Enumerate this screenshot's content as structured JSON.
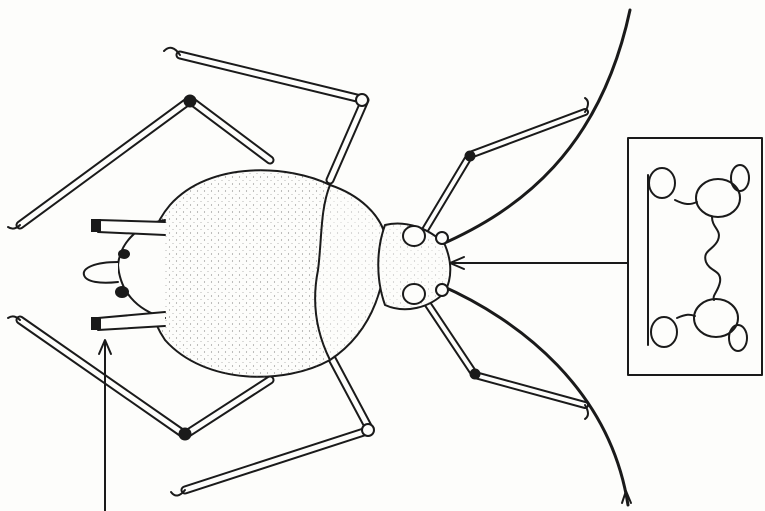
{
  "figure": {
    "subject": "aphid-illustration",
    "line_color": "#1a1a1a",
    "background": "#fdfdfb",
    "inset_present": true,
    "pointer_arrows": [
      "cornicle-pointer-arrow",
      "antennal-tubercle-pointer-arrow",
      "antenna-pointer-arrow"
    ]
  }
}
